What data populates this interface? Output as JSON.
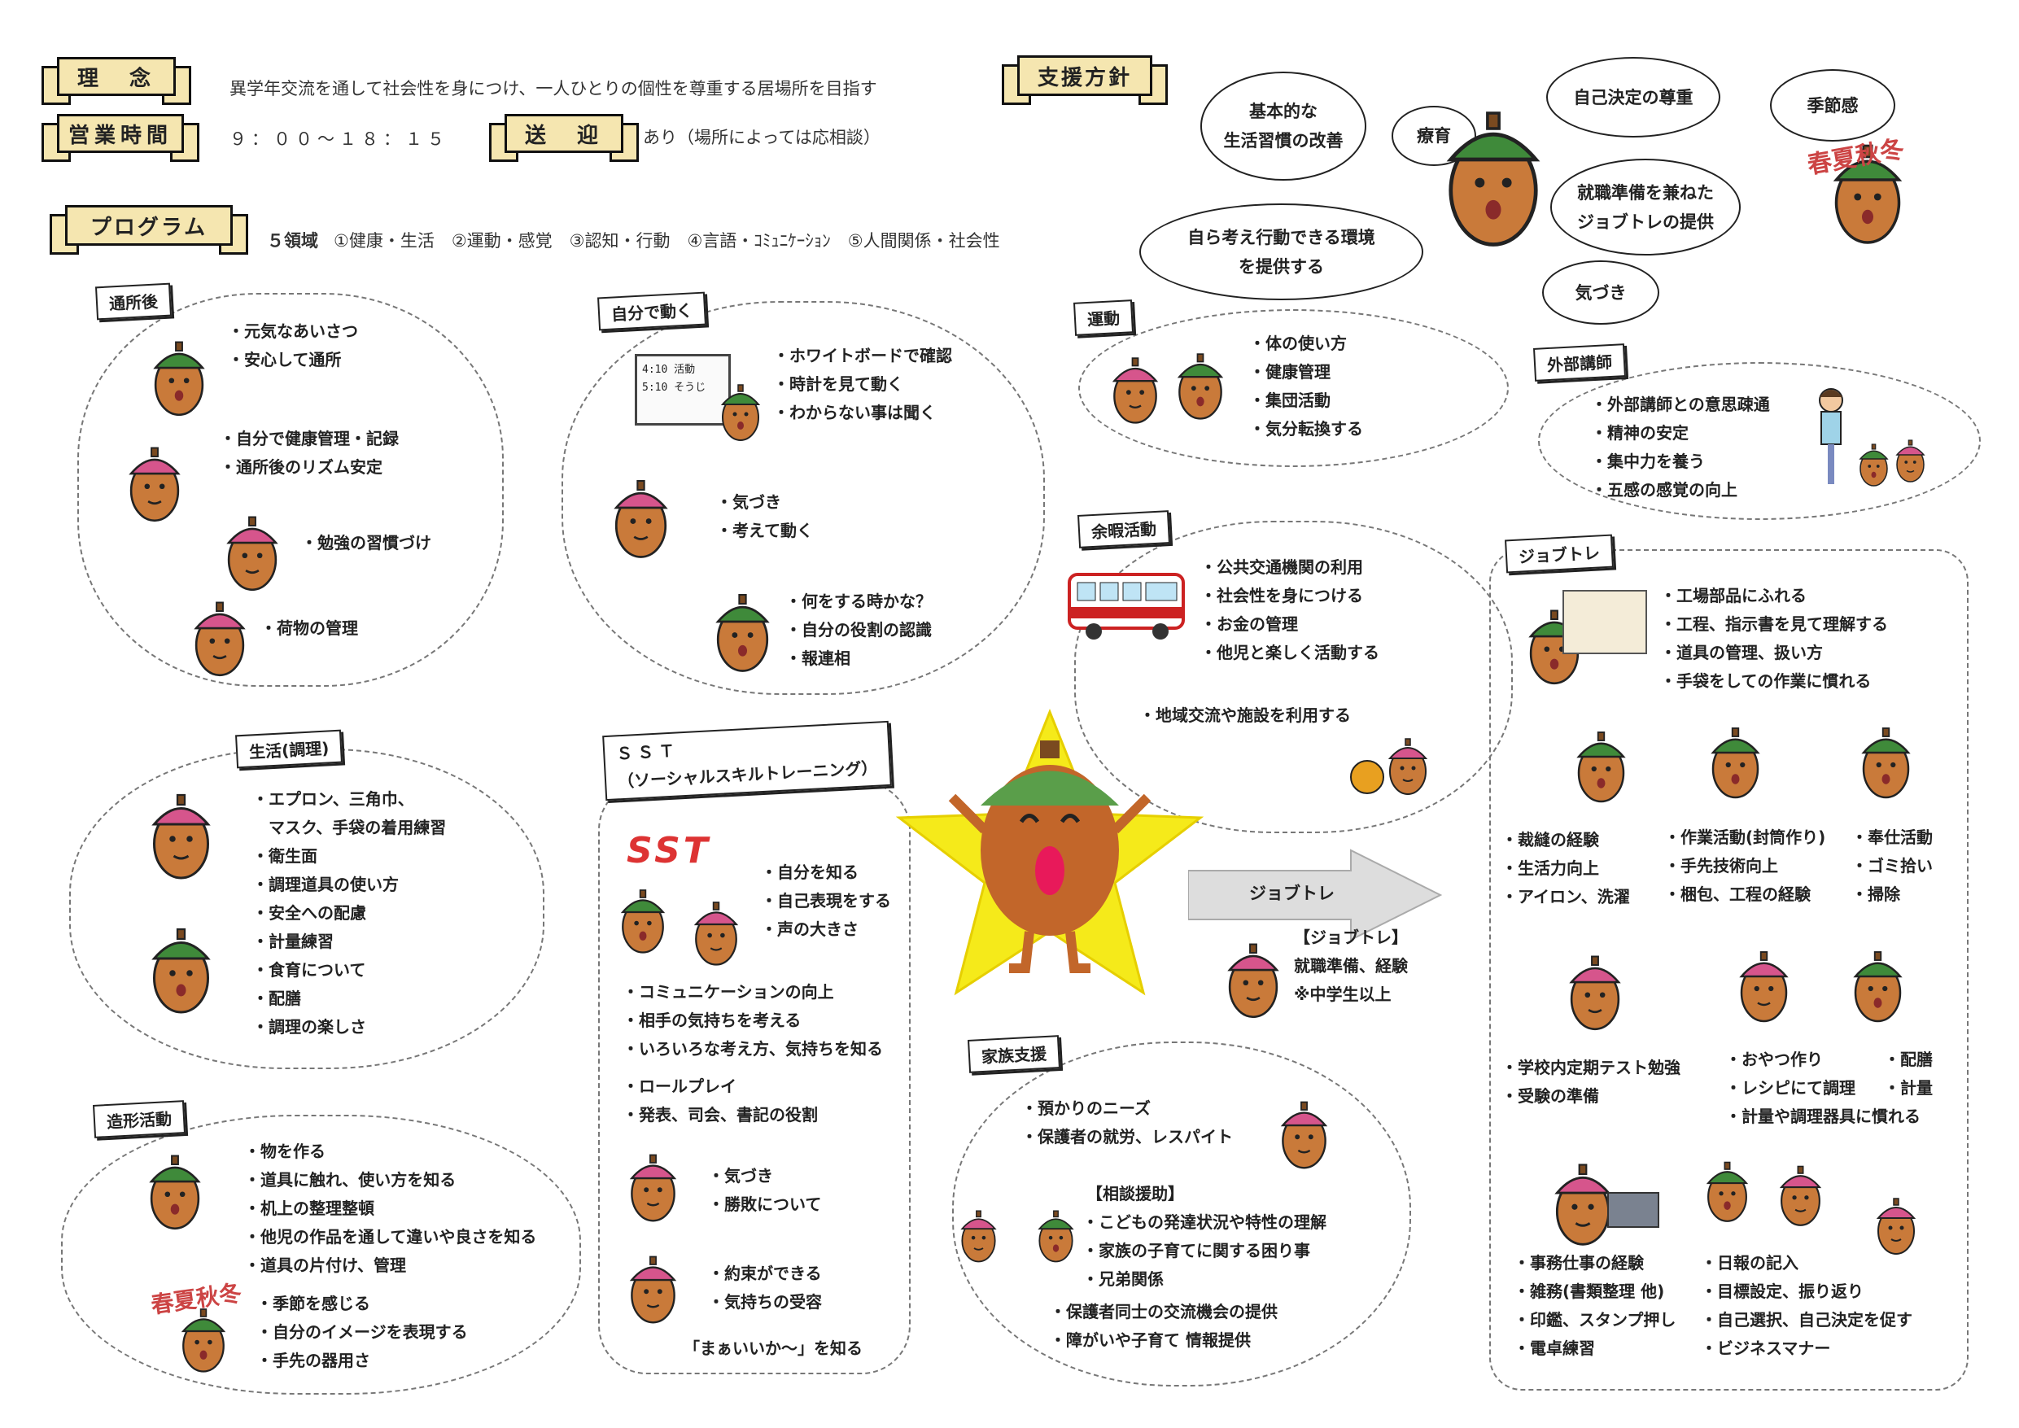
{
  "header": {
    "rinen_label": "理　念",
    "rinen_text": "異学年交流を通して社会性を身につけ、一人ひとりの個性を尊重する居場所を目指す",
    "hours_label": "営業時間",
    "hours_text": "９：００〜１８：１５",
    "transport_label": "送　迎",
    "transport_text": "あり（場所によっては応相談）",
    "program_label": "プログラム",
    "program_domains_title": "５領域",
    "program_domains": "①健康・生活　②運動・感覚　③認知・行動　④言語・ｺﾐｭﾆｹｰｼｮﾝ　⑤人間関係・社会性"
  },
  "policy": {
    "label": "支援方針",
    "b1": "基本的な\n生活習慣の改善",
    "b2": "療育",
    "b3": "自己決定の尊重",
    "b4": "季節感",
    "b5": "就職準備を兼ねた\nジョブトレの提供",
    "b6": "自ら考え行動できる環境\nを提供する",
    "b7": "気づき"
  },
  "tsusho": {
    "title": "通所後",
    "g1": [
      "元気なあいさつ",
      "安心して通所"
    ],
    "g2": [
      "自分で健康管理・記録",
      "通所後のリズム安定"
    ],
    "g3": [
      "勉強の習慣づけ"
    ],
    "g4": [
      "荷物の管理"
    ]
  },
  "jibun": {
    "title": "自分で動く",
    "g1": [
      "ホワイトボードで確認",
      "時計を見て動く",
      "わからない事は聞く"
    ],
    "g2": [
      "気づき",
      "考えて動く"
    ],
    "g3": [
      "何をする時かな？",
      "自分の役割の認識",
      "報連相"
    ],
    "board_line1": "4:10 活動",
    "board_line2": "5:10 そうじ"
  },
  "undo": {
    "title": "運動",
    "items": [
      "体の使い方",
      "健康管理",
      "集団活動",
      "気分転換する"
    ]
  },
  "gaibu": {
    "title": "外部講師",
    "items": [
      "外部講師との意思疎通",
      "精神の安定",
      "集中力を養う",
      "五感の感覚の向上"
    ]
  },
  "yoka": {
    "title": "余暇活動",
    "items": [
      "公共交通機関の利用",
      "社会性を身につける",
      "お金の管理",
      "他児と楽しく活動する"
    ],
    "extra": "地域交流や施設を利用する"
  },
  "seikatsu": {
    "title": "生活(調理)",
    "items": [
      "エプロン、三角巾、",
      "マスク、手袋の着用練習",
      "衛生面",
      "調理道具の使い方",
      "安全への配慮",
      "計量練習",
      "食育について",
      "配膳",
      "調理の楽しさ"
    ]
  },
  "sst": {
    "title1": "ＳＳＴ",
    "title2": "（ソーシャルスキルトレーニング）",
    "logo": "SST",
    "g1": [
      "自分を知る",
      "自己表現をする",
      "声の大きさ"
    ],
    "g2": [
      "コミュニケーションの向上",
      "相手の気持ちを考える",
      "いろいろな考え方、気持ちを知る"
    ],
    "g3": [
      "ロールプレイ",
      "発表、司会、書記の役割"
    ],
    "g4": [
      "気づき",
      "勝敗について"
    ],
    "g5": [
      "約束ができる",
      "気持ちの受容"
    ],
    "g6": "「まぁいいか〜」を知る"
  },
  "zokei": {
    "title": "造形活動",
    "g1": [
      "物を作る",
      "道具に触れ、使い方を知る",
      "机上の整理整頓",
      "他児の作品を通して違いや良さを知る",
      "道具の片付け、管理"
    ],
    "g2": [
      "季節を感じる",
      "自分のイメージを表現する",
      "手先の器用さ"
    ],
    "season_text": "春夏秋冬"
  },
  "arrow": {
    "label": "ジョブトレ",
    "note1": "【ジョブトレ】",
    "note2": "就職準備、経験",
    "note3": "※中学生以上"
  },
  "kazoku": {
    "title": "家族支援",
    "g1": [
      "預かりのニーズ",
      "保護者の就労、レスパイト"
    ],
    "consult_title": "【相談援助】",
    "g2": [
      "こどもの発達状況や特性の理解",
      "家族の子育てに関する困り事",
      "兄弟関係"
    ],
    "g3": [
      "保護者同士の交流機会の提供",
      "障がいや子育て 情報提供"
    ]
  },
  "jobtore": {
    "title": "ジョブトレ",
    "g1": [
      "工場部品にふれる",
      "工程、指示書を見て理解する",
      "道具の管理、扱い方",
      "手袋をしての作業に慣れる"
    ],
    "g2": [
      "裁縫の経験",
      "生活力向上",
      "アイロン、洗濯"
    ],
    "g3": [
      "作業活動(封筒作り)",
      "手先技術向上",
      "梱包、工程の経験"
    ],
    "g4": [
      "奉仕活動",
      "ゴミ拾い",
      "掃除"
    ],
    "g5": [
      "学校内定期テスト勉強",
      "受験の準備"
    ],
    "g6": [
      "おやつ作り",
      "レシピにて調理",
      "計量や調理器具に慣れる"
    ],
    "g7": [
      "配膳",
      "計量"
    ],
    "g8": [
      "事務仕事の経験",
      "雑務(書類整理 他)",
      "印鑑、スタンプ押し",
      "電卓練習"
    ],
    "g9": [
      "日報の記入",
      "目標設定、振り返り",
      "自己選択、自己決定を促す",
      "ビジネスマナー"
    ]
  },
  "colors": {
    "ribbon": "#f5e6b0",
    "nut_body": "#c97a3a",
    "cap_green": "#3f8a3a",
    "cap_pink": "#d6558c",
    "star": "#f5ea1a"
  }
}
